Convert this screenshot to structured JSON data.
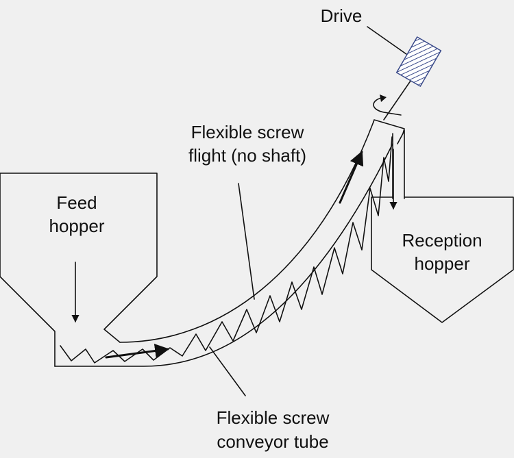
{
  "labels": {
    "drive": "Drive",
    "flight_line1": "Flexible screw",
    "flight_line2": "flight (no shaft)",
    "feed_line1": "Feed",
    "feed_line2": "hopper",
    "reception_line1": "Reception",
    "reception_line2": "hopper",
    "tube_line1": "Flexible screw",
    "tube_line2": "conveyor tube"
  },
  "colors": {
    "background": "#f0f0f0",
    "line": "#111111",
    "drive_hatch": "#3a4a8a"
  }
}
